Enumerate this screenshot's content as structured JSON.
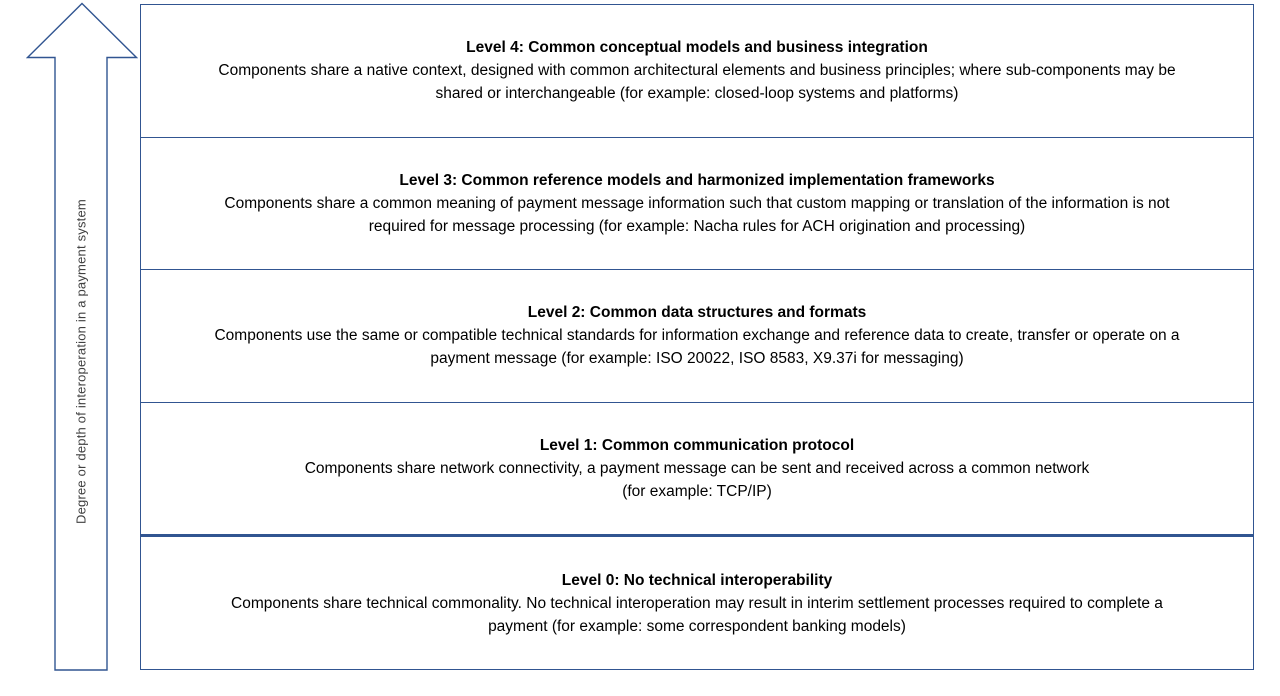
{
  "arrow": {
    "label": "Degree or depth of interoperation in a payment system"
  },
  "colors": {
    "border": "#315591",
    "text": "#000000",
    "arrow_label_text": "#404040",
    "background": "#ffffff"
  },
  "levels": [
    {
      "name": "level-4",
      "title": "Level 4: Common conceptual models and business integration",
      "body": [
        "Components share a native context, designed with common architectural elements and business principles; where sub-components may be",
        "shared or interchangeable (for example: closed-loop systems and platforms)"
      ]
    },
    {
      "name": "level-3",
      "title": "Level 3: Common reference models and harmonized implementation frameworks",
      "body": [
        "Components share a common meaning of payment message information such that custom mapping or translation of the information is not",
        "required for message processing (for example: Nacha rules for ACH origination and processing)"
      ]
    },
    {
      "name": "level-2",
      "title": "Level 2: Common data structures and formats",
      "body": [
        "Components use the same or compatible technical standards for information exchange and reference data to create, transfer or operate on a",
        "payment message (for example: ISO 20022, ISO 8583, X9.37i for messaging)"
      ]
    },
    {
      "name": "level-1",
      "title": "Level 1: Common communication protocol",
      "body": [
        "Components share network connectivity, a payment message can be sent and received across a common network",
        "(for example: TCP/IP)"
      ]
    },
    {
      "name": "level-0",
      "title": "Level 0: No technical interoperability",
      "body": [
        "Components share technical commonality. No technical interoperation may result in interim settlement processes required to complete a",
        "payment (for example: some correspondent banking models)"
      ]
    }
  ]
}
